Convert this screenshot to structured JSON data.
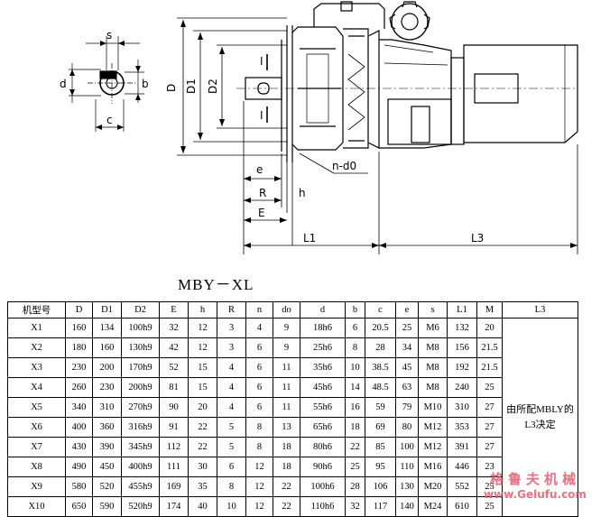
{
  "diagram": {
    "labels": {
      "s": "s",
      "d": "d",
      "b": "b",
      "c": "c",
      "D": "D",
      "D1": "D1",
      "D2": "D2",
      "e": "e",
      "R": "R",
      "h": "h",
      "E": "E",
      "n_d0": "n-d0",
      "L1": "L1",
      "L3": "L3",
      "section_mark_top": "I",
      "section_mark_bottom": "I"
    }
  },
  "model_title": "MBY－XL",
  "table": {
    "headers": [
      "机型号",
      "D",
      "D1",
      "D2",
      "E",
      "h",
      "R",
      "n",
      "do",
      "d",
      "b",
      "c",
      "e",
      "s",
      "L1",
      "M",
      "L3"
    ],
    "rows": [
      [
        "X1",
        "160",
        "134",
        "100h9",
        "32",
        "12",
        "3",
        "4",
        "9",
        "18h6",
        "6",
        "20.5",
        "25",
        "M6",
        "132",
        "20"
      ],
      [
        "X2",
        "180",
        "160",
        "130h9",
        "42",
        "12",
        "3",
        "6",
        "9",
        "25h6",
        "8",
        "28",
        "34",
        "M8",
        "156",
        "21.5"
      ],
      [
        "X3",
        "230",
        "200",
        "170h9",
        "52",
        "15",
        "4",
        "6",
        "11",
        "35h6",
        "10",
        "38.5",
        "45",
        "M8",
        "192",
        "21.5"
      ],
      [
        "X4",
        "260",
        "230",
        "200h9",
        "81",
        "15",
        "4",
        "6",
        "11",
        "45h6",
        "14",
        "48.5",
        "63",
        "M8",
        "240",
        "25"
      ],
      [
        "X5",
        "340",
        "310",
        "270h9",
        "90",
        "20",
        "4",
        "6",
        "11",
        "55h6",
        "16",
        "59",
        "79",
        "M10",
        "310",
        "27"
      ],
      [
        "X6",
        "400",
        "360",
        "316h9",
        "91",
        "22",
        "5",
        "8",
        "13",
        "65h6",
        "18",
        "69",
        "80",
        "M12",
        "353",
        "27"
      ],
      [
        "X7",
        "430",
        "390",
        "345h9",
        "112",
        "22",
        "5",
        "8",
        "18",
        "80h6",
        "22",
        "85",
        "100",
        "M12",
        "391",
        "27"
      ],
      [
        "X8",
        "490",
        "450",
        "400h9",
        "111",
        "30",
        "6",
        "12",
        "18",
        "90h6",
        "25",
        "95",
        "110",
        "M16",
        "446",
        "23"
      ],
      [
        "X9",
        "580",
        "520",
        "455h9",
        "169",
        "35",
        "8",
        "12",
        "22",
        "100h6",
        "28",
        "106",
        "130",
        "M20",
        "552",
        "25"
      ],
      [
        "X10",
        "650",
        "590",
        "520h9",
        "174",
        "40",
        "10",
        "12",
        "22",
        "110h6",
        "32",
        "117",
        "140",
        "M24",
        "610",
        "25"
      ]
    ],
    "l3_note": "由所配MBLY的L3决定"
  },
  "watermark": {
    "brand": "格鲁夫机械",
    "url": "www.Gelufu.com"
  },
  "colors": {
    "line": "#000000",
    "watermark": "#e25a6b"
  }
}
